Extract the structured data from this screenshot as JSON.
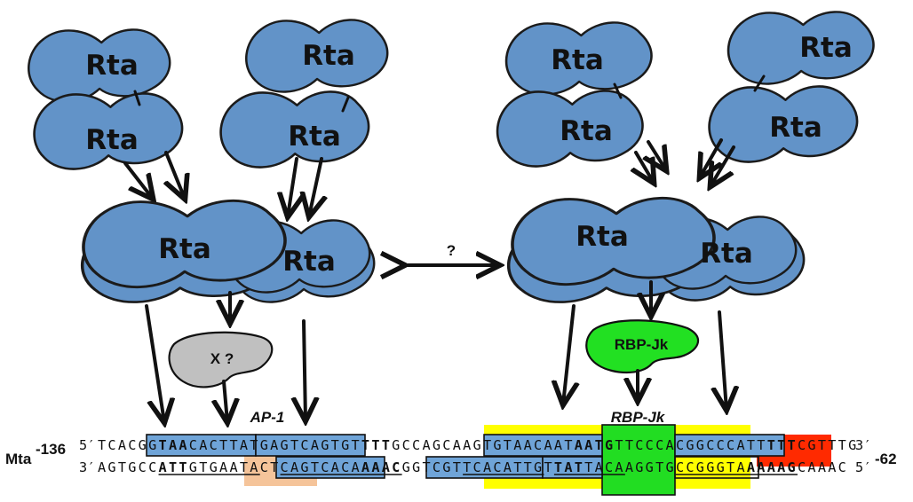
{
  "protein_label": "Rta",
  "question_mark": "?",
  "unknown_factor": "X ?",
  "rbpjk_label": "RBP-Jk",
  "site_labels": {
    "ap1": "AP-1",
    "rbpjk": "RBP-Jk"
  },
  "gene": {
    "name": "Mta",
    "start": "-136",
    "end": "-62"
  },
  "top_strand": {
    "prefix": "5′",
    "sequence": "TCACGGTAACACTTATGAGTCAGTGTTTTGCCAGCAAGTGTAACAATAATGTTCCCACGGCCCATTTTTCGTTTG",
    "suffix": "3′"
  },
  "bottom_strand": {
    "prefix": "3′",
    "sequence": "AGTGCCATTGTGAATACTCAGTCACAAAACGGTCGTTCACATTGTTATTACAAGGTGCCGGGTAAAAAGCAAAC",
    "suffix": "5′"
  },
  "colors": {
    "protein": "#6293c8",
    "unknown_factor": "#c0c0c0",
    "rbpjk": "#22e022",
    "site_box": "#6fa4d8",
    "ap1_highlight": "#f5c49a",
    "yellow_highlight": "#ffff00",
    "rbpjk_highlight": "#22dd22",
    "red_highlight": "#ff2a00"
  }
}
